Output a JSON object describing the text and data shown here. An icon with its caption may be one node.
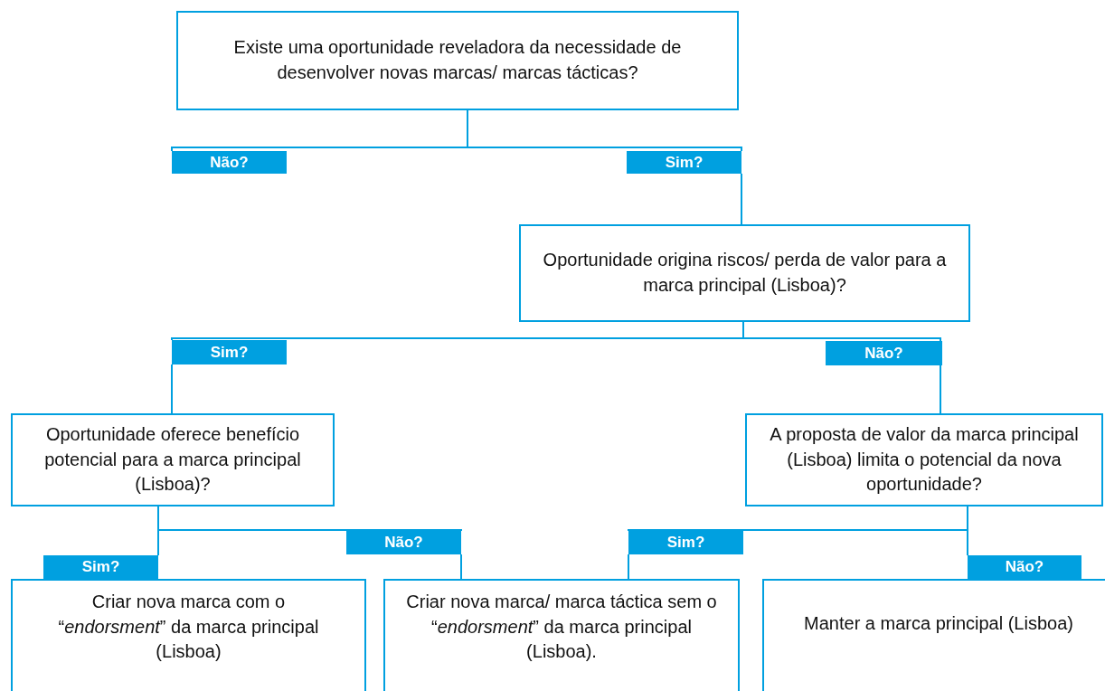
{
  "diagram": {
    "nodes": [
      {
        "text": [
          "Existe uma oportunidade reveladora da necessidade de desenvolver novas marcas/ marcas tácticas?"
        ]
      },
      {
        "text": [
          "Não?"
        ]
      },
      {
        "text": [
          "Sim?"
        ]
      },
      {
        "text": [
          "Oportunidade origina riscos/ perda de valor para a marca principal (Lisboa)?"
        ]
      },
      {
        "text": [
          "Sim?"
        ]
      },
      {
        "text": [
          "Não?"
        ]
      },
      {
        "text": [
          "Oportunidade oferece benefício potencial para a marca principal (Lisboa)?"
        ]
      },
      {
        "text": [
          "A proposta de valor da marca principal (Lisboa) limita o potencial da nova oportunidade?"
        ]
      },
      {
        "text": [
          "Não?"
        ]
      },
      {
        "text": [
          "Sim?"
        ]
      },
      {
        "text": [
          "Sim?"
        ]
      },
      {
        "text": [
          "Não?"
        ]
      },
      {
        "text": [
          "Criar nova marca com o “*endorsment*” da marca principal (Lisboa)"
        ]
      },
      {
        "text": [
          "Criar nova marca/ marca táctica sem o “*endorsment*” da marca principal (Lisboa)."
        ]
      },
      {
        "text": [
          "Manter a marca principal (Lisboa)"
        ]
      }
    ],
    "edges": [
      {
        "from": 0,
        "to": 1,
        "arrow": "none"
      },
      {
        "from": 0,
        "to": 2,
        "arrow": "none"
      },
      {
        "from": 2,
        "to": 3,
        "arrow": "none"
      },
      {
        "from": 3,
        "to": 4,
        "arrow": "none"
      },
      {
        "from": 3,
        "to": 5,
        "arrow": "none"
      },
      {
        "from": 4,
        "to": 6,
        "arrow": "none"
      },
      {
        "from": 5,
        "to": 7,
        "arrow": "none"
      },
      {
        "from": 6,
        "to": 8,
        "arrow": "none"
      },
      {
        "from": 6,
        "to": 10,
        "arrow": "none"
      },
      {
        "from": 8,
        "to": 13,
        "arrow": "none"
      },
      {
        "from": 7,
        "to": 9,
        "arrow": "none"
      },
      {
        "from": 7,
        "to": 11,
        "arrow": "none"
      },
      {
        "from": 9,
        "to": 13,
        "arrow": "none"
      }
    ]
  }
}
